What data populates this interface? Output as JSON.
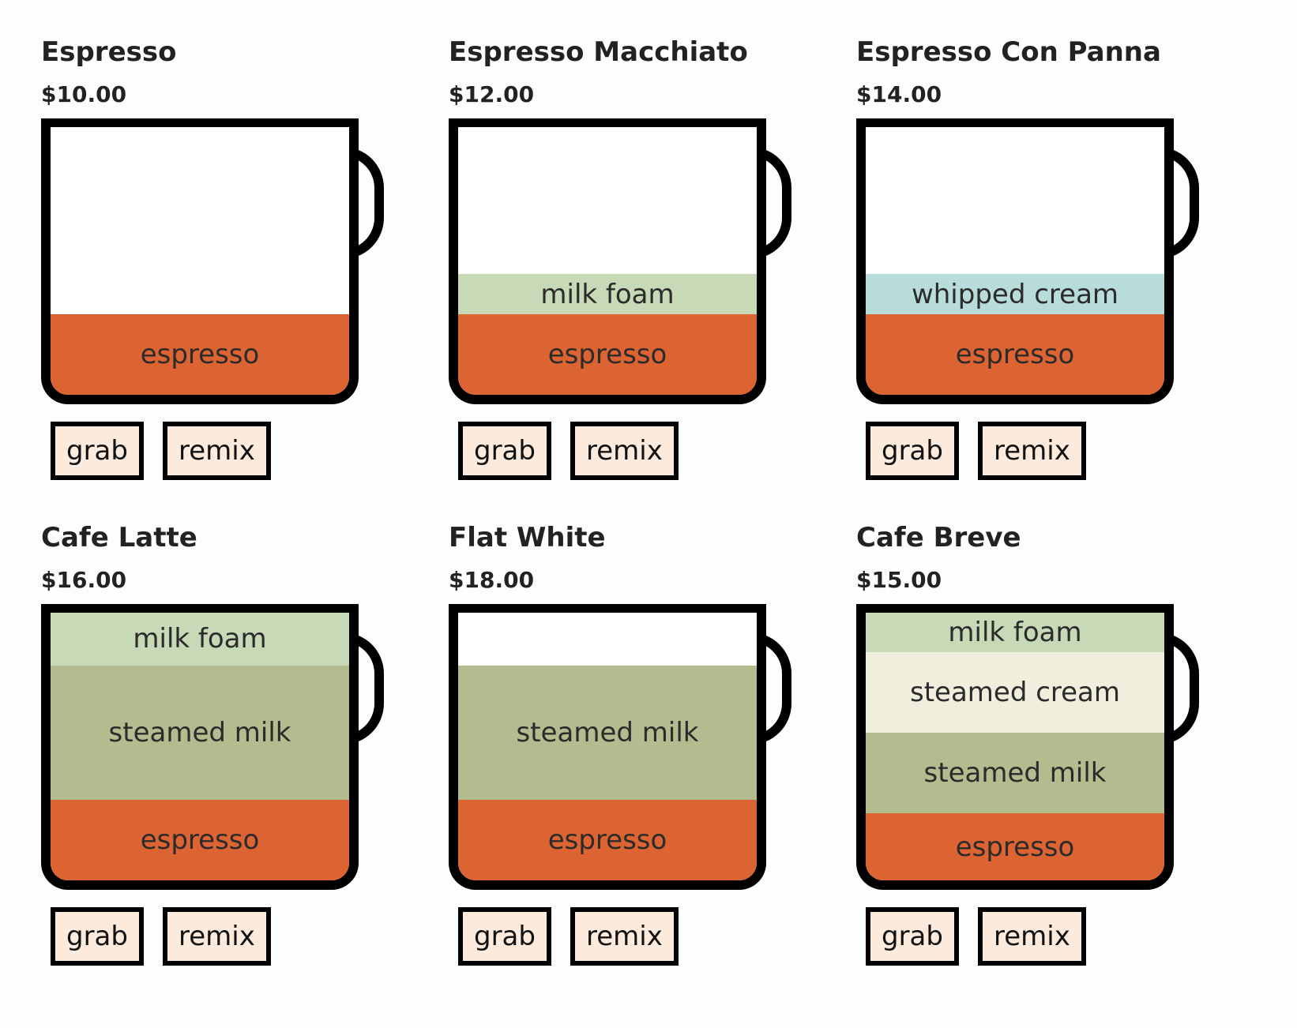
{
  "colors": {
    "espresso": "#dc6433",
    "milk_foam": "#c7d9b6",
    "whipped_cream": "#b8dcd9",
    "steamed_milk": "#b3bc8f",
    "steamed_cream": "#f0eedc",
    "empty": "#ffffff",
    "button_bg": "#fcebdd"
  },
  "drinks": [
    {
      "name": "Espresso",
      "price": "$10.00",
      "layers": [
        {
          "label": "espresso",
          "ingredient": "espresso",
          "fraction": 0.3
        }
      ],
      "buttons": {
        "grab": "grab",
        "remix": "remix"
      }
    },
    {
      "name": "Espresso Macchiato",
      "price": "$12.00",
      "layers": [
        {
          "label": "espresso",
          "ingredient": "espresso",
          "fraction": 0.3
        },
        {
          "label": "milk foam",
          "ingredient": "milk_foam",
          "fraction": 0.15
        }
      ],
      "buttons": {
        "grab": "grab",
        "remix": "remix"
      }
    },
    {
      "name": "Espresso Con Panna",
      "price": "$14.00",
      "layers": [
        {
          "label": "espresso",
          "ingredient": "espresso",
          "fraction": 0.3
        },
        {
          "label": "whipped cream",
          "ingredient": "whipped_cream",
          "fraction": 0.15
        }
      ],
      "buttons": {
        "grab": "grab",
        "remix": "remix"
      }
    },
    {
      "name": "Cafe Latte",
      "price": "$16.00",
      "layers": [
        {
          "label": "espresso",
          "ingredient": "espresso",
          "fraction": 0.3
        },
        {
          "label": "steamed milk",
          "ingredient": "steamed_milk",
          "fraction": 0.5
        },
        {
          "label": "milk foam",
          "ingredient": "milk_foam",
          "fraction": 0.2
        }
      ],
      "buttons": {
        "grab": "grab",
        "remix": "remix"
      }
    },
    {
      "name": "Flat White",
      "price": "$18.00",
      "layers": [
        {
          "label": "espresso",
          "ingredient": "espresso",
          "fraction": 0.3
        },
        {
          "label": "steamed milk",
          "ingredient": "steamed_milk",
          "fraction": 0.5
        }
      ],
      "buttons": {
        "grab": "grab",
        "remix": "remix"
      }
    },
    {
      "name": "Cafe Breve",
      "price": "$15.00",
      "layers": [
        {
          "label": "espresso",
          "ingredient": "espresso",
          "fraction": 0.25
        },
        {
          "label": "steamed milk",
          "ingredient": "steamed_milk",
          "fraction": 0.3
        },
        {
          "label": "steamed cream",
          "ingredient": "steamed_cream",
          "fraction": 0.3
        },
        {
          "label": "milk foam",
          "ingredient": "milk_foam",
          "fraction": 0.15
        }
      ],
      "buttons": {
        "grab": "grab",
        "remix": "remix"
      }
    }
  ]
}
